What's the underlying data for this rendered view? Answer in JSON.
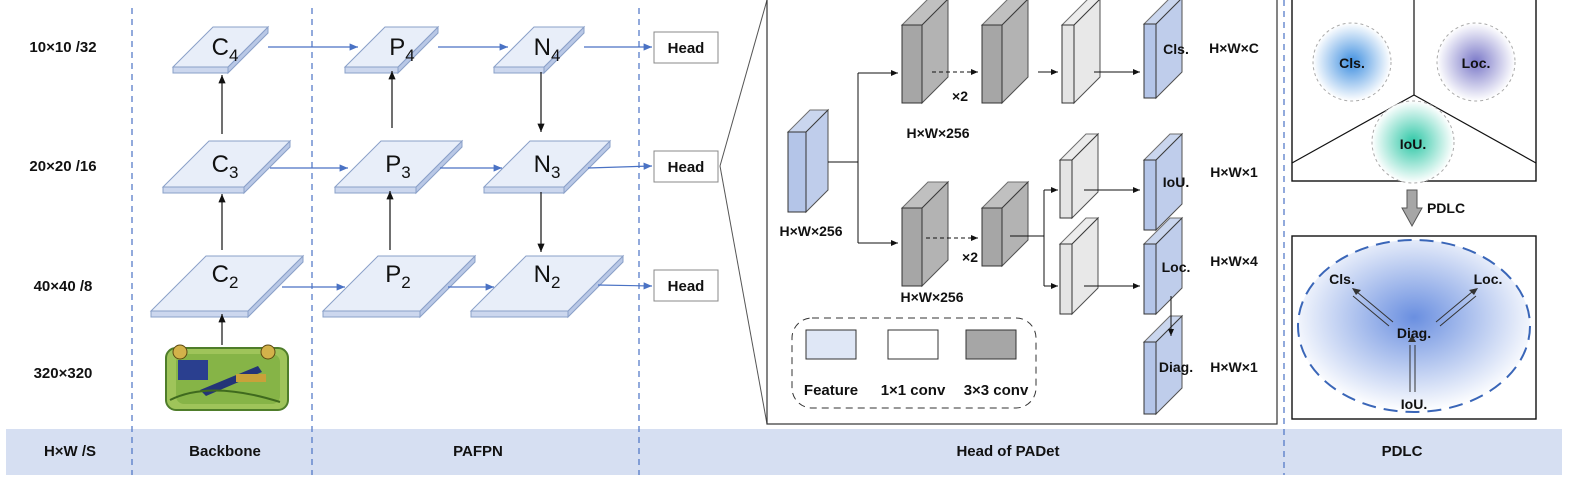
{
  "scales": [
    "10×10 /32",
    "20×20 /16",
    "40×40 /8",
    "320×320"
  ],
  "backbone_blocks": [
    {
      "letter": "C",
      "sub": "4"
    },
    {
      "letter": "C",
      "sub": "3"
    },
    {
      "letter": "C",
      "sub": "2"
    }
  ],
  "pafpn_p_blocks": [
    {
      "letter": "P",
      "sub": "4"
    },
    {
      "letter": "P",
      "sub": "3"
    },
    {
      "letter": "P",
      "sub": "2"
    }
  ],
  "pafpn_n_blocks": [
    {
      "letter": "N",
      "sub": "4"
    },
    {
      "letter": "N",
      "sub": "3"
    },
    {
      "letter": "N",
      "sub": "2"
    }
  ],
  "head_label": "Head",
  "bottom_bar": {
    "col1": "H×W /S",
    "col2": "Backbone",
    "col3": "PAFPN",
    "col4": "Head of PADet",
    "col5": "PDLC"
  },
  "head_detail": {
    "input_dim": "H×W×256",
    "upper_dim": "H×W×256",
    "lower_dim": "H×W×256",
    "repeat_upper": "×2",
    "repeat_lower": "×2",
    "outputs": [
      {
        "name": "Cls.",
        "dim": "H×W×C"
      },
      {
        "name": "IoU.",
        "dim": "H×W×1"
      },
      {
        "name": "Loc.",
        "dim": "H×W×4"
      },
      {
        "name": "Diag.",
        "dim": "H×W×1"
      }
    ],
    "legend": [
      "Feature",
      "1×1 conv",
      "3×3 conv"
    ]
  },
  "pdlc": {
    "top_labels": [
      "Cls.",
      "Loc.",
      "IoU."
    ],
    "arrow_label": "PDLC",
    "bottom_labels": [
      "Cls.",
      "Loc.",
      "Diag.",
      "IoU."
    ]
  },
  "colors": {
    "block_face": "#e8eef9",
    "feature": "#b4c5e8",
    "conv1": "#e4e4e4",
    "conv3": "#a6a6a6",
    "arrow": "#4a72c4",
    "bar": "#d6dff2",
    "divider": "#4a72c4"
  }
}
